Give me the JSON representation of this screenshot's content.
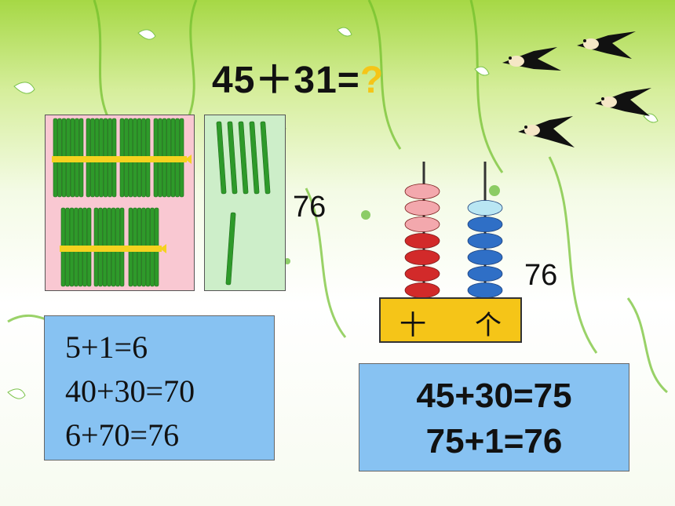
{
  "title": {
    "expression": "45＋31=",
    "question_mark": "?"
  },
  "sticks": {
    "tens_bundles": 7,
    "ones_sticks": 6,
    "result_label": "76"
  },
  "abacus": {
    "tens_label": "十",
    "ones_label": "个",
    "tens_beads": 7,
    "ones_beads": 6,
    "result_label": "76"
  },
  "method_one": {
    "lines": [
      "5+1=6",
      "40+30=70",
      "6+70=76"
    ]
  },
  "method_two": {
    "lines": [
      "45+30=75",
      "75+1=76"
    ]
  },
  "colors": {
    "stick_green": "#2e9a2a",
    "ribbon_yellow": "#f5d21f",
    "bead_red": "#d22a2a",
    "bead_pink": "#f3a8ad",
    "bead_blue": "#2f6fc6",
    "bead_light_blue": "#b9e6f3",
    "box_blue": "#87c2f2",
    "abacus_yellow": "#f5c518"
  }
}
